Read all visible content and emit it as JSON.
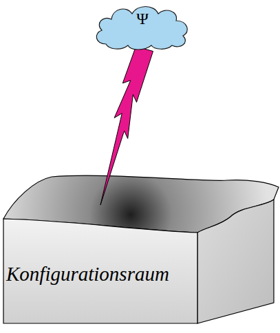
{
  "diagram": {
    "nodes": [
      {
        "text": [
          "Ψ"
        ]
      },
      {
        "text": [
          "Konfigurationsraum"
        ]
      }
    ],
    "edges": [
      {
        "from": 0,
        "to": 1,
        "arrow": "none"
      }
    ]
  }
}
